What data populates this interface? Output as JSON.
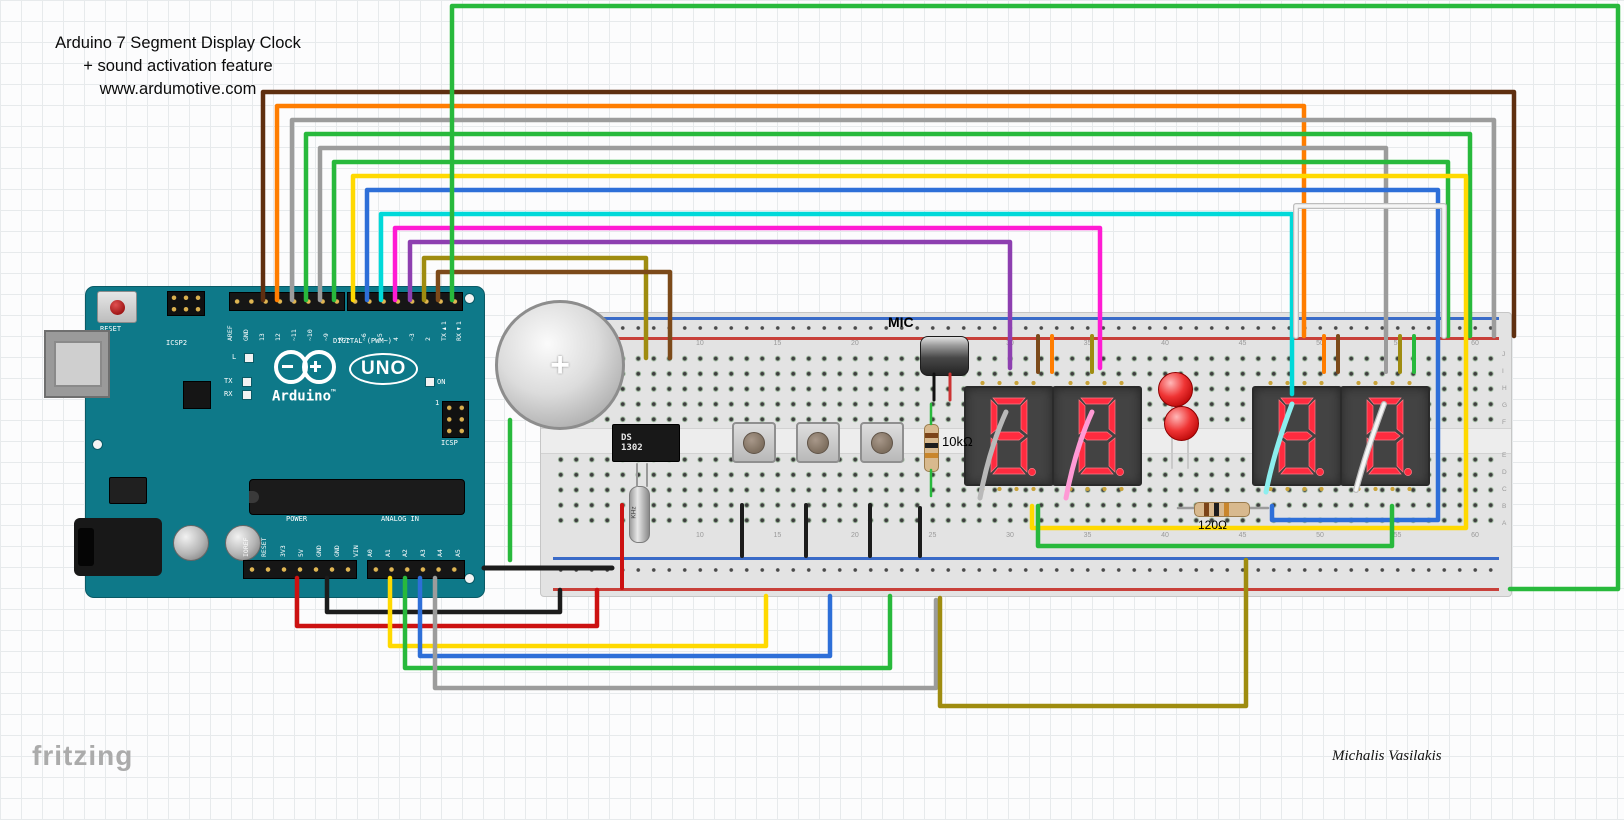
{
  "title": {
    "line1": "Arduino 7 Segment Display Clock",
    "line2": "+ sound activation feature",
    "line3": "www.ardumotive.com"
  },
  "footer": {
    "logo": "fritzing",
    "author": "Michalis Vasilakis"
  },
  "arduino": {
    "brand": "Arduino",
    "tm": "™",
    "model": "UNO",
    "reset_label": "RESET",
    "icsp2_label": "ICSP2",
    "icsp_label": "ICSP",
    "icsp_pin1": "1",
    "on_label": "ON",
    "l_label": "L",
    "tx_label": "TX",
    "rx_label": "RX",
    "digital_label": "DIGITAL (PWM~)",
    "power_label": "POWER",
    "analog_label": "ANALOG IN",
    "digital_pins": [
      "AREF",
      "GND",
      "13",
      "12",
      "~11",
      "~10",
      "~9",
      "8",
      "7",
      "~6",
      "~5",
      "4",
      "~3",
      "2",
      "TX►1",
      "RX◄1"
    ],
    "power_pins": [
      "IOREF",
      "RESET",
      "3V3",
      "5V",
      "GND",
      "GND",
      "VIN"
    ],
    "analog_pins": [
      "A0",
      "A1",
      "A2",
      "A3",
      "A4",
      "A5"
    ]
  },
  "breadboard": {
    "column_numbers": [
      "10",
      "15",
      "20",
      "25",
      "30",
      "35",
      "40",
      "45",
      "50",
      "55",
      "60"
    ],
    "letters_top": [
      "J",
      "I",
      "H",
      "G",
      "F"
    ],
    "letters_bottom": [
      "E",
      "D",
      "C",
      "B",
      "A"
    ]
  },
  "components": {
    "battery_plus": "+",
    "rtc_line1": "DS",
    "rtc_line2": "1302",
    "crystal_label": "KHz",
    "mic_label": "MIC",
    "r1_label": "10kΩ",
    "r2_label": "120Ω",
    "display_digits": [
      "8.",
      "8.",
      "8.",
      "8."
    ]
  },
  "colors": {
    "board_teal": "#0e7989",
    "display_red": "#ff2b3f",
    "led_red": "#ef3434",
    "rail_red": "#c8403a",
    "rail_blue": "#3a6bc8",
    "wire_palette": [
      "#5f2f10",
      "#ff7d00",
      "#9c9c9c",
      "#28b93c",
      "#ffd900",
      "#2e6fd8",
      "#00d9d9",
      "#ff1bd3",
      "#8d3fb0",
      "#9f8c10",
      "#7c4a1a",
      "#f5f5f5",
      "#cc1111",
      "#1c1c1c",
      "#ff9ad5",
      "#8ceeee"
    ]
  }
}
